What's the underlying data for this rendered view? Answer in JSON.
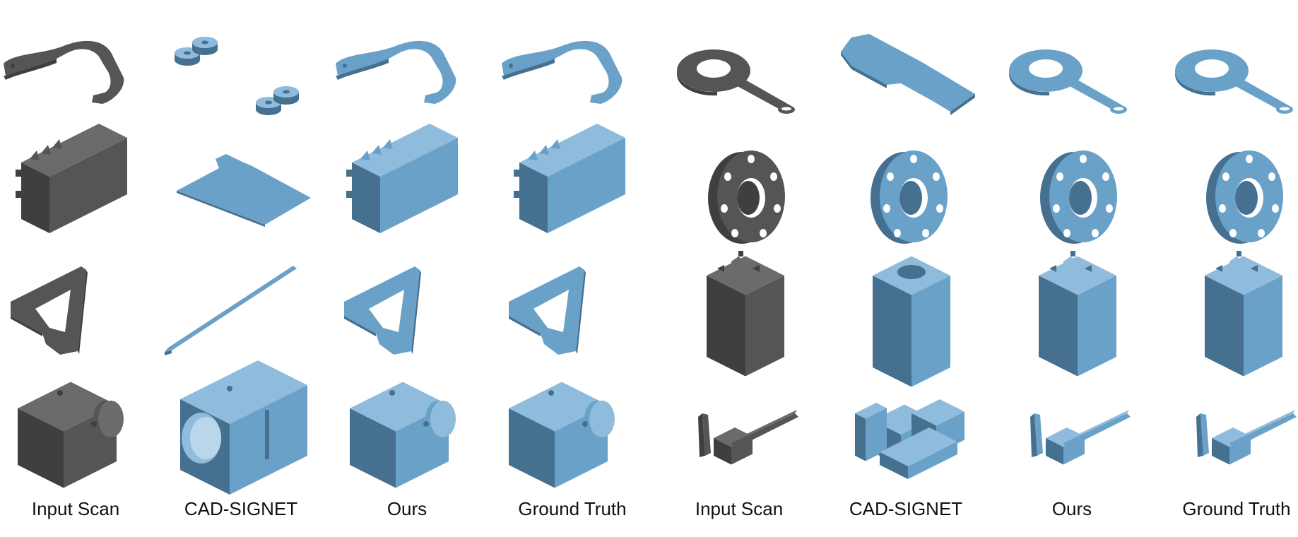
{
  "figure": {
    "column_labels": [
      "Input Scan",
      "CAD-SIGNET",
      "Ours",
      "Ground Truth",
      "Input Scan",
      "CAD-SIGNET",
      "Ours",
      "Ground Truth"
    ]
  },
  "colors": {
    "scan_top": "#6b6b6b",
    "scan_side": "#3f3f3f",
    "scan_front": "#555555",
    "cad_top": "#8fbbdc",
    "cad_side": "#46708f",
    "cad_front": "#6aa1c8",
    "background": "#ffffff",
    "label_text": "#111111"
  },
  "shape_names": [
    "hook-bracket",
    "pair-of-washers",
    "ring-wrench",
    "angled-plate",
    "finned-box",
    "flat-plate",
    "bolt-flange",
    "hollow-block",
    "triangle-bracket",
    "long-channel",
    "extrusion-profile",
    "bored-block",
    "box-with-boss",
    "bored-cube",
    "lever-assembly",
    "stacked-blocks"
  ]
}
